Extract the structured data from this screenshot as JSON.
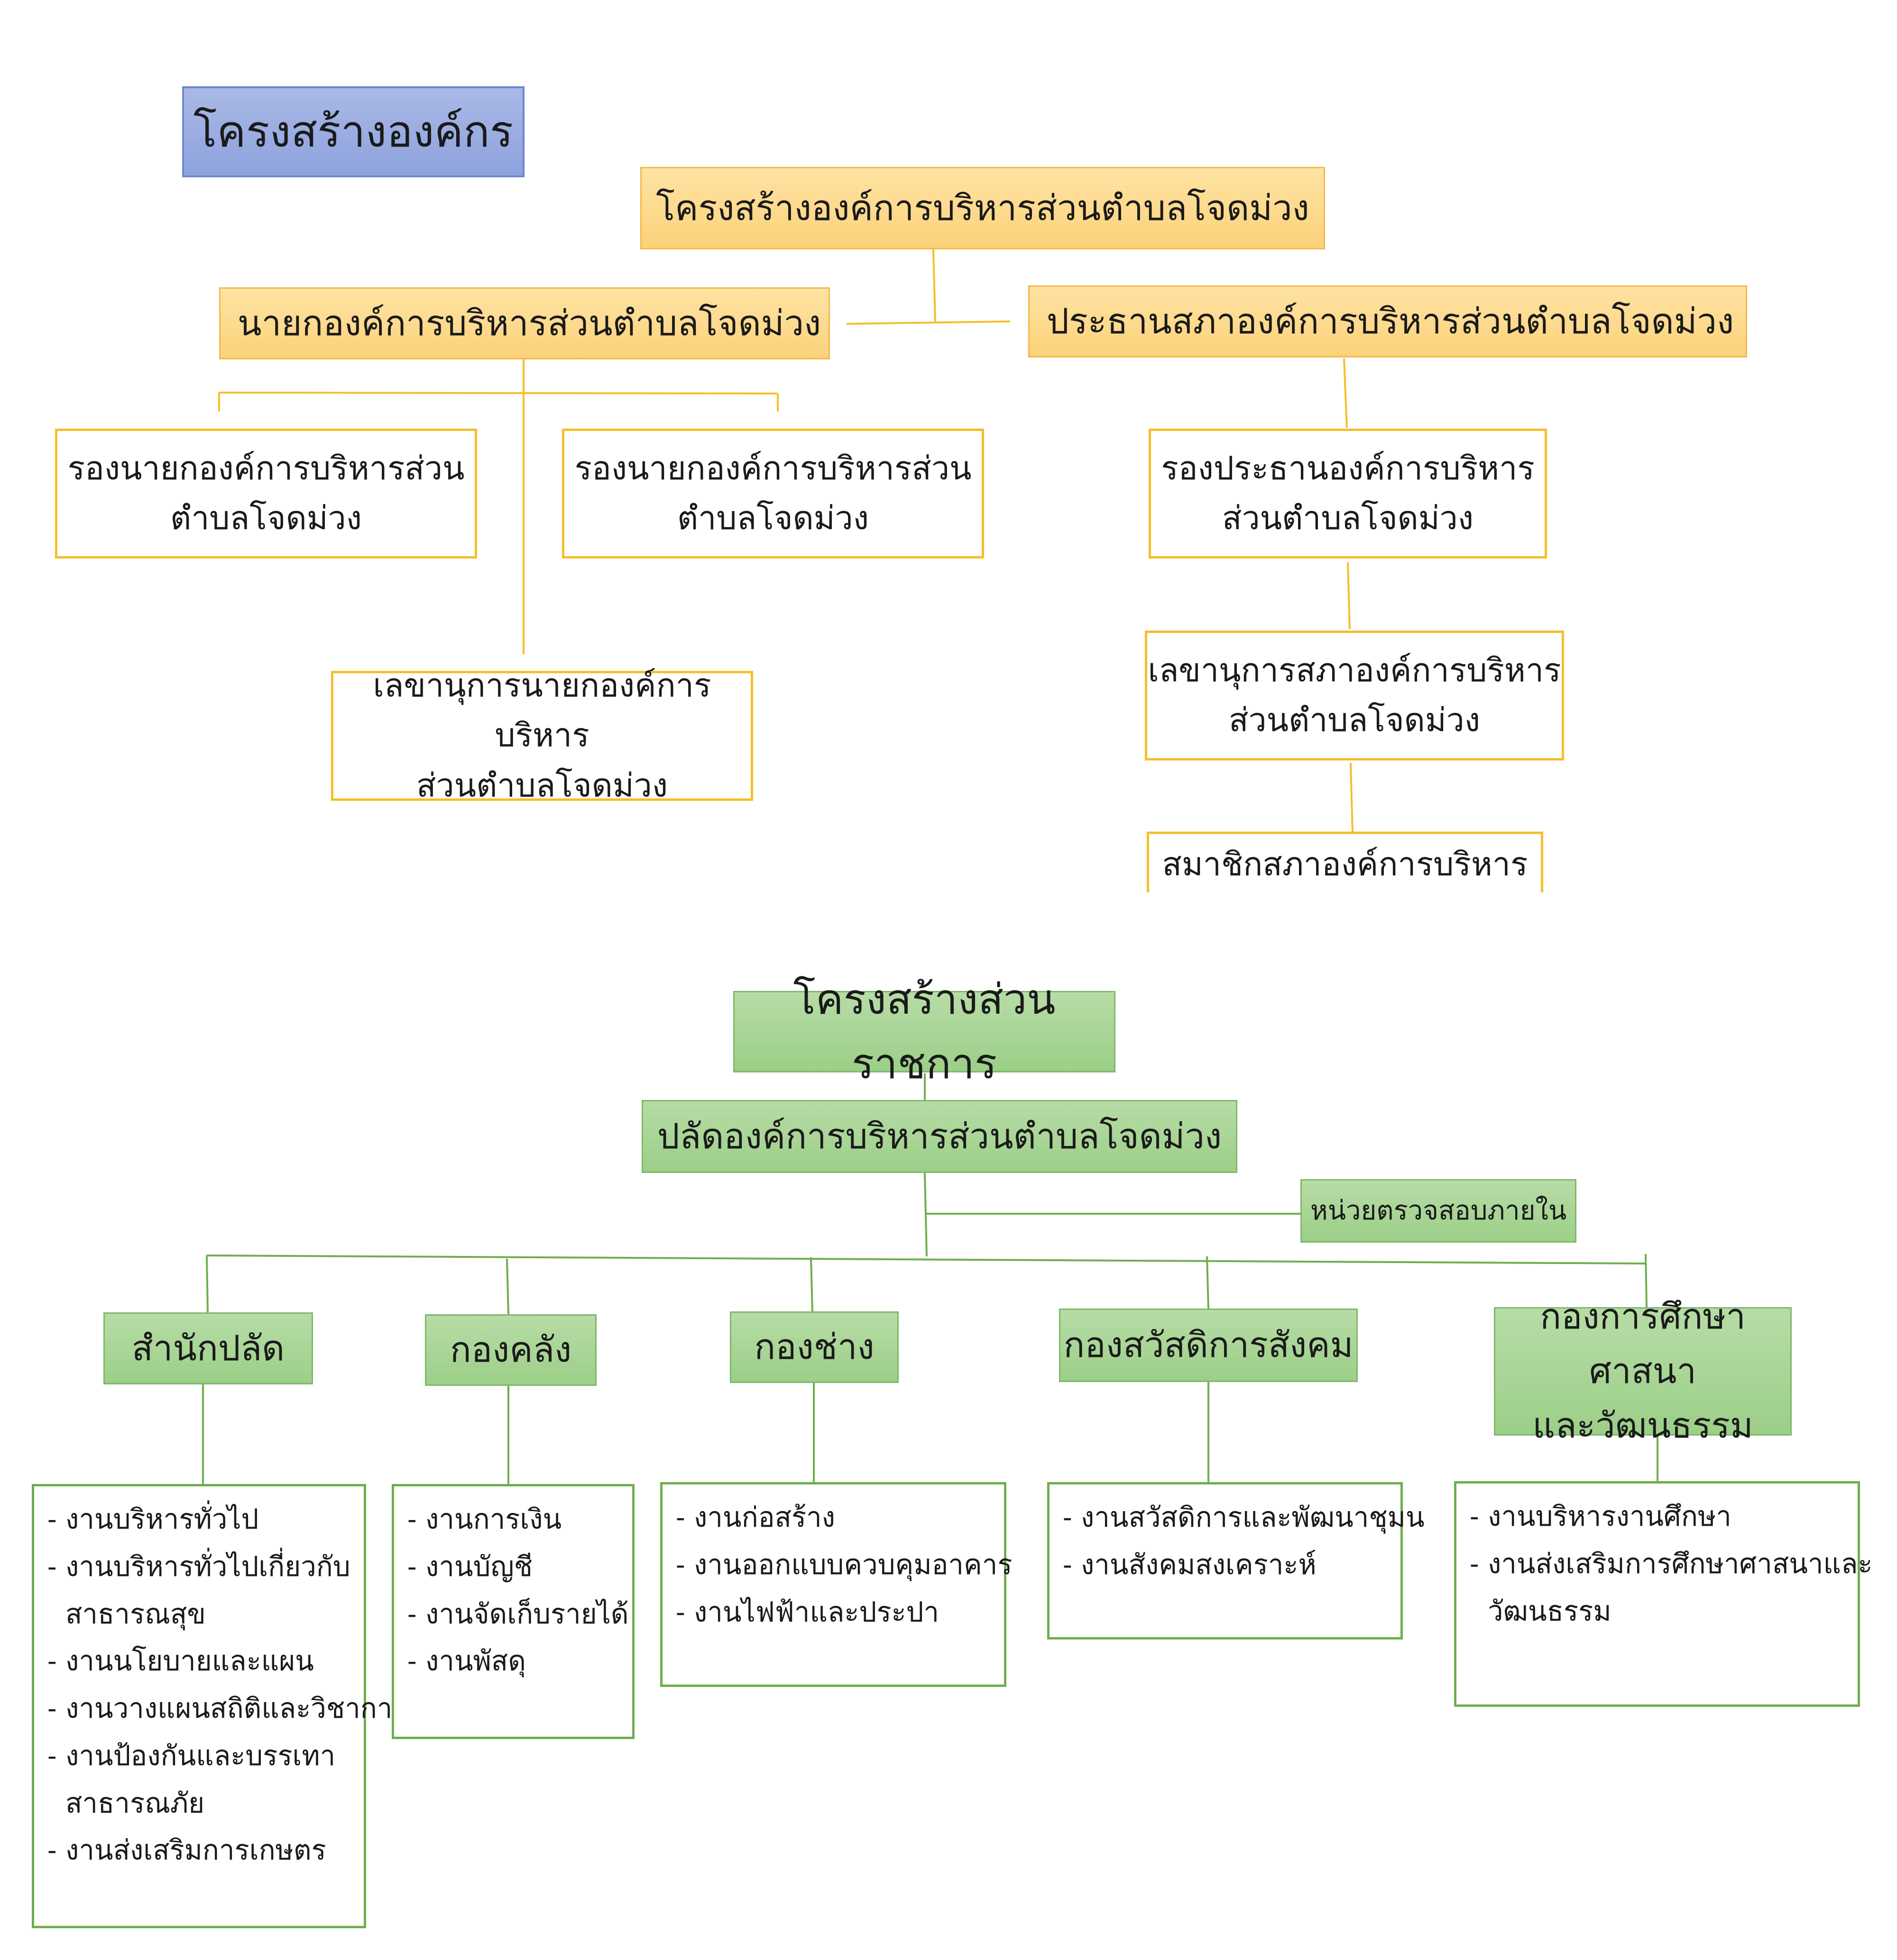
{
  "page_title": "โครงสร้างองค์กร",
  "council": {
    "root": "โครงสร้างองค์การบริหารส่วนตำบลโจดม่วง",
    "mayor": "นายกองค์การบริหารส่วนตำบลโจดม่วง",
    "council_chair": "ประธานสภาองค์การบริหารส่วนตำบลโจดม่วง",
    "deputy_mayor_1": [
      "รองนายกองค์การบริหารส่วน",
      "ตำบลโจดม่วง"
    ],
    "deputy_mayor_2": [
      "รองนายกองค์การบริหารส่วน",
      "ตำบลโจดม่วง"
    ],
    "mayor_secretary": [
      "เลขานุการนายกองค์การบริหาร",
      "ส่วนตำบลโจดม่วง"
    ],
    "vice_chair": [
      "รองประธานองค์การบริหาร",
      "ส่วนตำบลโจดม่วง"
    ],
    "council_secretary": [
      "เลขานุการสภาองค์การบริหาร",
      "ส่วนตำบลโจดม่วง"
    ],
    "council_members": "สมาชิกสภาองค์การบริหาร"
  },
  "administration": {
    "root": "โครงสร้างส่วนราชการ",
    "chief_administrator": "ปลัดองค์การบริหารส่วนตำบลโจดม่วง",
    "internal_audit": "หน่วยตรวจสอบภายใน",
    "divisions": [
      {
        "name": [
          "สำนักปลัด"
        ],
        "tasks": [
          "- งานบริหารทั่วไป",
          "- งานบริหารทั่วไปเกี่ยวกับ",
          "  สาธารณสุข",
          "- งานนโยบายและแผน",
          "- งานวางแผนสถิติและวิชาการ",
          "- งานป้องกันและบรรเทา",
          "  สาธารณภัย",
          "- งานส่งเสริมการเกษตร"
        ]
      },
      {
        "name": [
          "กองคลัง"
        ],
        "tasks": [
          "- งานการเงิน",
          "- งานบัญชี",
          "- งานจัดเก็บรายได้",
          "- งานพัสดุ"
        ]
      },
      {
        "name": [
          "กองช่าง"
        ],
        "tasks": [
          "- งานก่อสร้าง",
          "- งานออกแบบควบคุมอาคาร",
          "- งานไฟฟ้าและประปา"
        ]
      },
      {
        "name": [
          "กองสวัสดิการสังคม"
        ],
        "tasks": [
          "- งานสวัสดิการและพัฒนาชุมน",
          "- งานสังคมสงเคราะห์"
        ]
      },
      {
        "name": [
          "กองการศึกษาศาสนา",
          "และวัฒนธรรม"
        ],
        "tasks": [
          "- งานบริหารงานศึกษา",
          "- งานส่งเสริมการศึกษาศาสนาและ",
          "  วัฒนธรรม"
        ]
      }
    ]
  },
  "colors": {
    "orange_fill": "#fbd27a",
    "orange_line": "#f5be2a",
    "green_fill": "#9ccf88",
    "green_line": "#6fae4f",
    "title_fill": "#8da2dd"
  }
}
